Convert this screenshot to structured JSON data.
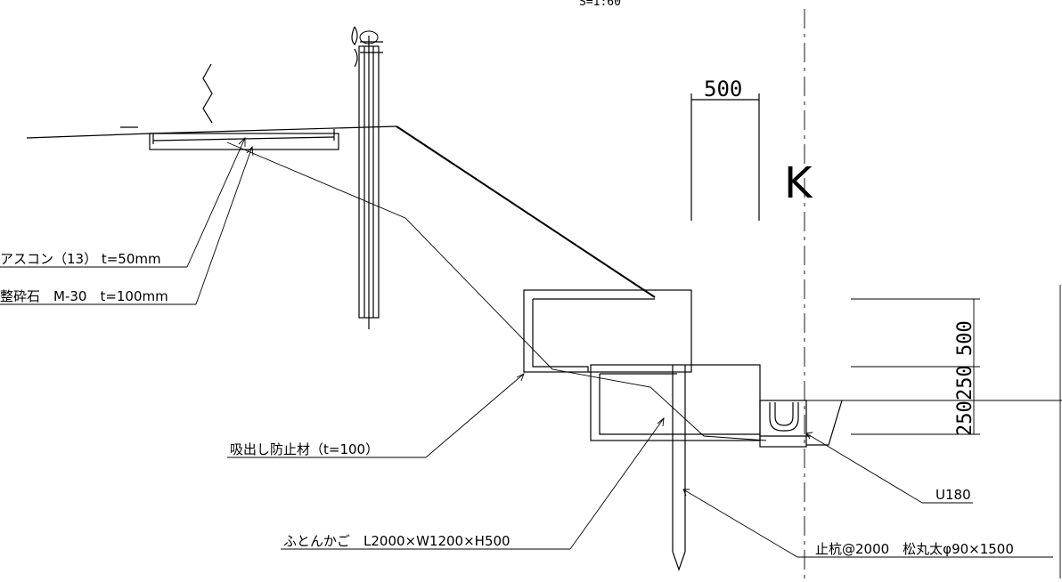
{
  "scale_text": "S=1:60",
  "mark_letter": "K",
  "dimensions": {
    "top_width": "500",
    "vertical_upper": "500",
    "vertical_middle": "250",
    "vertical_lower": "250"
  },
  "labels": {
    "asphalt": "アスコン（13） t=50mm",
    "crushed_stone": "整砕石　M-30　t=100mm",
    "suction_prevention": "吸出し防止材（t=100）",
    "gabion": "ふとんかご　L2000×W1200×H500",
    "u_ditch": "U180",
    "stake": "止杭@2000　松丸太φ90×1500"
  }
}
